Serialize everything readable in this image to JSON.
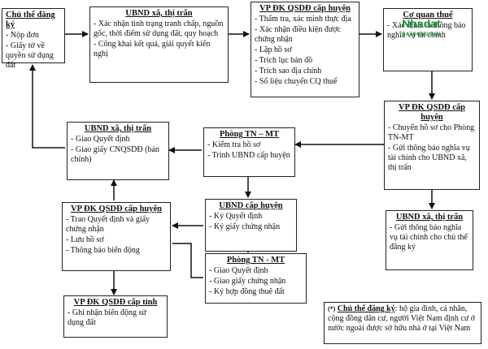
{
  "boxes": {
    "b1": {
      "title": "Chủ thể đăng ký",
      "items": [
        "Nộp đơn",
        "Giấy tờ về quyền sử dụng đất"
      ]
    },
    "b2": {
      "title": "UBND xã, thị trấn",
      "items": [
        "Xác nhận tình trạng tranh chấp, nguồn gốc, thời điểm sử dụng đất, quy hoạch",
        "Công khai kết quả, giải quyết kiến nghị"
      ]
    },
    "b3": {
      "title": "VP ĐK QSDĐ cấp huyện",
      "items": [
        "Thẩm tra, xác minh thực địa",
        "Xác nhận điều kiện được chứng nhận",
        "Lập hồ sơ",
        "Trích lục bản đồ",
        "Trích sao địa chính",
        "Số liệu chuyển CQ thuế"
      ]
    },
    "b4": {
      "title": "Cơ quan thuế",
      "items": [
        "Xác định và thông báo nghĩa vụ tài chính"
      ]
    },
    "b5": {
      "title": "VP ĐK QSDĐ cấp huyện",
      "items": [
        "Chuyển hồ sơ cho Phòng TN-MT",
        "Gửi thông báo nghĩa vụ tài chính cho UBND xã, thị trấn"
      ]
    },
    "b6": {
      "title": "UBND xã, thị trấn",
      "items": [
        "Gửi thông báo nghĩa vụ tài chính cho chủ thể đăng ký"
      ]
    },
    "b7": {
      "title": "Phòng TN – MT",
      "items": [
        "Kiểm tra hồ sơ",
        "Trình UBND cấp huyện"
      ]
    },
    "b8": {
      "title": "UBND xã, thị trấn",
      "items": [
        "Giao Quyết định",
        "Giao giấy CNQSDĐ (bản chính)"
      ]
    },
    "b9": {
      "title": "UBND cấp huyện",
      "items": [
        "Ký Quyết định",
        "Ký giấy chứng nhận"
      ]
    },
    "b10": {
      "title": "VP ĐK QSDĐ cấp huyện",
      "items": [
        "Trao Quyết định và giấy chứng nhận",
        "Lưu hồ sơ",
        "Thông báo biến động"
      ]
    },
    "b11": {
      "title": "Phòng TN - MT",
      "items": [
        "Giao Quyết định",
        "Giao giấy chứng nhận",
        "Ký hợp đồng thuê đất"
      ]
    },
    "b12": {
      "title": "VP ĐK QSDĐ cấp tỉnh",
      "items": [
        "Ghi nhận biến động sử dụng đất"
      ]
    }
  },
  "note": {
    "marker": "(*)",
    "label": "Chủ thể đăng ký",
    "text": ": hộ gia đình, cá nhân, cộng đồng dân cư, người Việt Nam định cư ở nước ngoài được sở hữu nhà ở tại Việt Nam"
  },
  "watermark": {
    "text": "Nhadat",
    "sub": "BATDONGSAN"
  }
}
